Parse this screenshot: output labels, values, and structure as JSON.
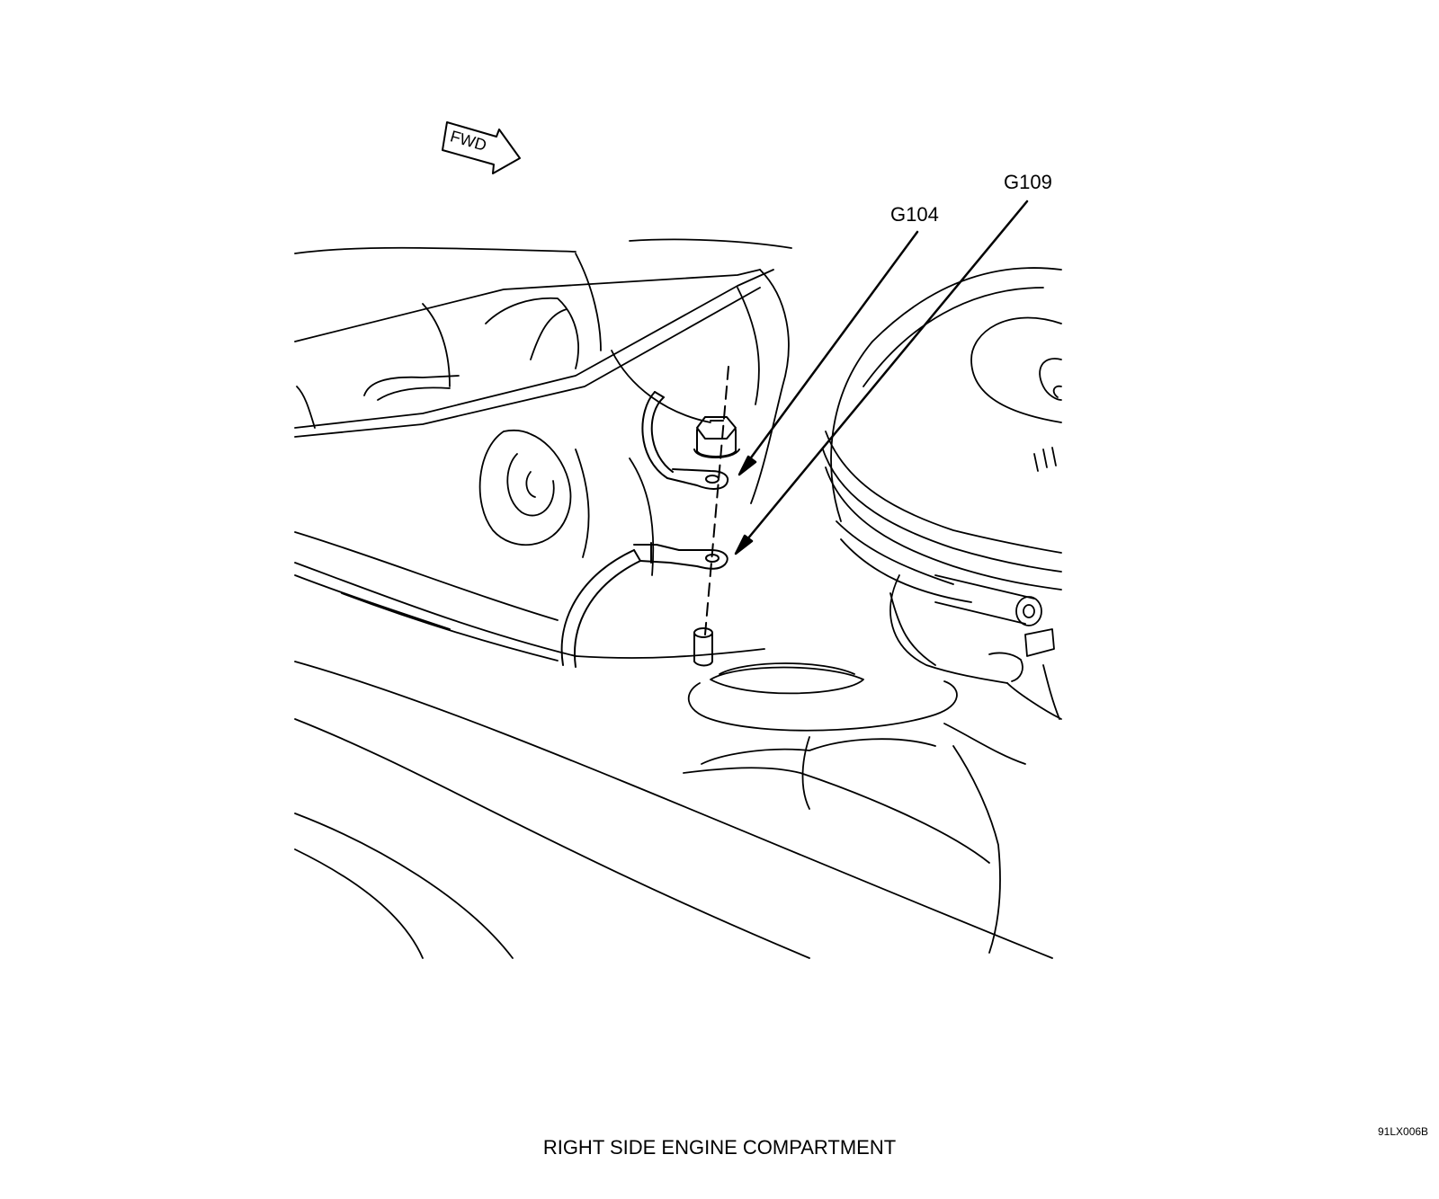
{
  "callouts": {
    "g104": "G104",
    "g109": "G109"
  },
  "fwd_label": "FWD",
  "figure_id": "91LX006B",
  "caption": "RIGHT SIDE ENGINE COMPARTMENT",
  "icons": [
    "fwd-arrow-icon",
    "ground-nut-icon",
    "ground-stud-icon"
  ]
}
